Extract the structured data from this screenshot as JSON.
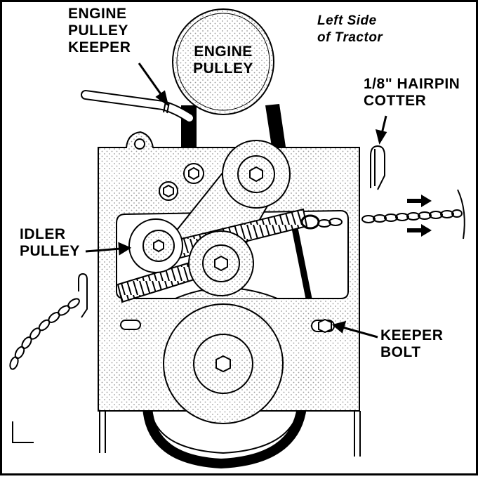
{
  "labels": {
    "engine_pulley_keeper": [
      "ENGINE",
      "PULLEY",
      "KEEPER"
    ],
    "engine_pulley": [
      "ENGINE",
      "PULLEY"
    ],
    "left_side": [
      "Left Side",
      "of Tractor"
    ],
    "hairpin_cotter": [
      "1/8\" HAIRPIN",
      "COTTER"
    ],
    "idler_pulley": [
      "IDLER",
      "PULLEY"
    ],
    "keeper_bolt": [
      "KEEPER",
      "BOLT"
    ]
  },
  "colors": {
    "ink": "#000000",
    "paper": "#ffffff",
    "stipple": "#9a9a9a"
  }
}
